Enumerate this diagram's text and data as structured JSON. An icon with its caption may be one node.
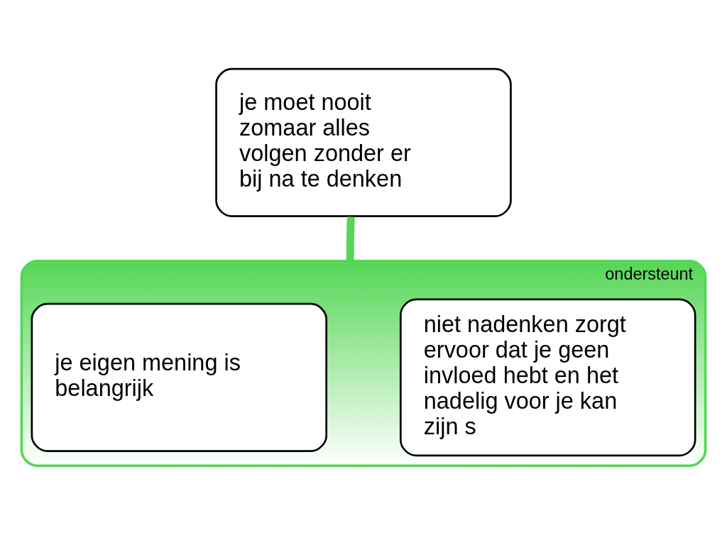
{
  "diagram": {
    "nodes": [
      {
        "text": [
          "je moet nooit zomaar alles volgen zonder er bij na te denken"
        ]
      },
      {
        "text": [
          "ondersteunt"
        ]
      },
      {
        "text": [
          "je eigen mening is belangrijk"
        ],
        "in": 1
      },
      {
        "text": [
          "niet nadenken zorgt ervoor dat je geen invloed hebt en het nadelig voor je kan zijn s"
        ],
        "in": 1
      }
    ],
    "edges": [
      {
        "from": 1,
        "to": 0,
        "arrow": "none"
      }
    ]
  }
}
